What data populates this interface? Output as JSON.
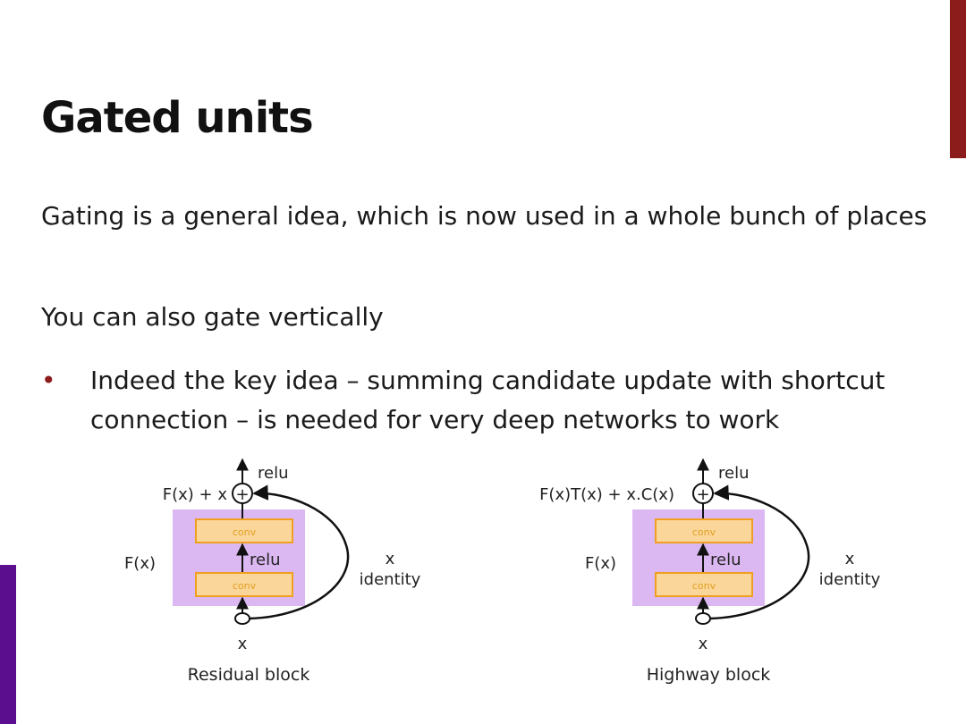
{
  "slide": {
    "title": "Gated units",
    "paragraph1": "Gating is a general idea, which is now used in a whole bunch of places",
    "paragraph2": "You can also gate vertically",
    "bullet_marker": "•",
    "bullet1": "Indeed the key idea – summing candidate update with shortcut connection – is needed for very deep networks to work"
  },
  "diagrams": {
    "residual": {
      "top_label": "relu",
      "sum_label": "F(x) + x",
      "sum_symbol": "+",
      "conv_top": "conv",
      "conv_bottom": "conv",
      "mid_relu": "relu",
      "block_label": "F(x)",
      "shortcut_x": "x",
      "shortcut_label": "identity",
      "input_label": "x",
      "caption": "Residual block"
    },
    "highway": {
      "top_label": "relu",
      "sum_label": "F(x)T(x) + x.C(x)",
      "sum_symbol": "+",
      "conv_top": "conv",
      "conv_bottom": "conv",
      "mid_relu": "relu",
      "block_label": "F(x)",
      "shortcut_x": "x",
      "shortcut_label": "identity",
      "input_label": "x",
      "caption": "Highway block"
    }
  },
  "colors": {
    "accent_right": "#8c1c1c",
    "accent_left": "#5b0f8f",
    "block_fill": "#dcb8f2",
    "conv_fill": "#fbd69a",
    "conv_border": "#f0a020"
  }
}
